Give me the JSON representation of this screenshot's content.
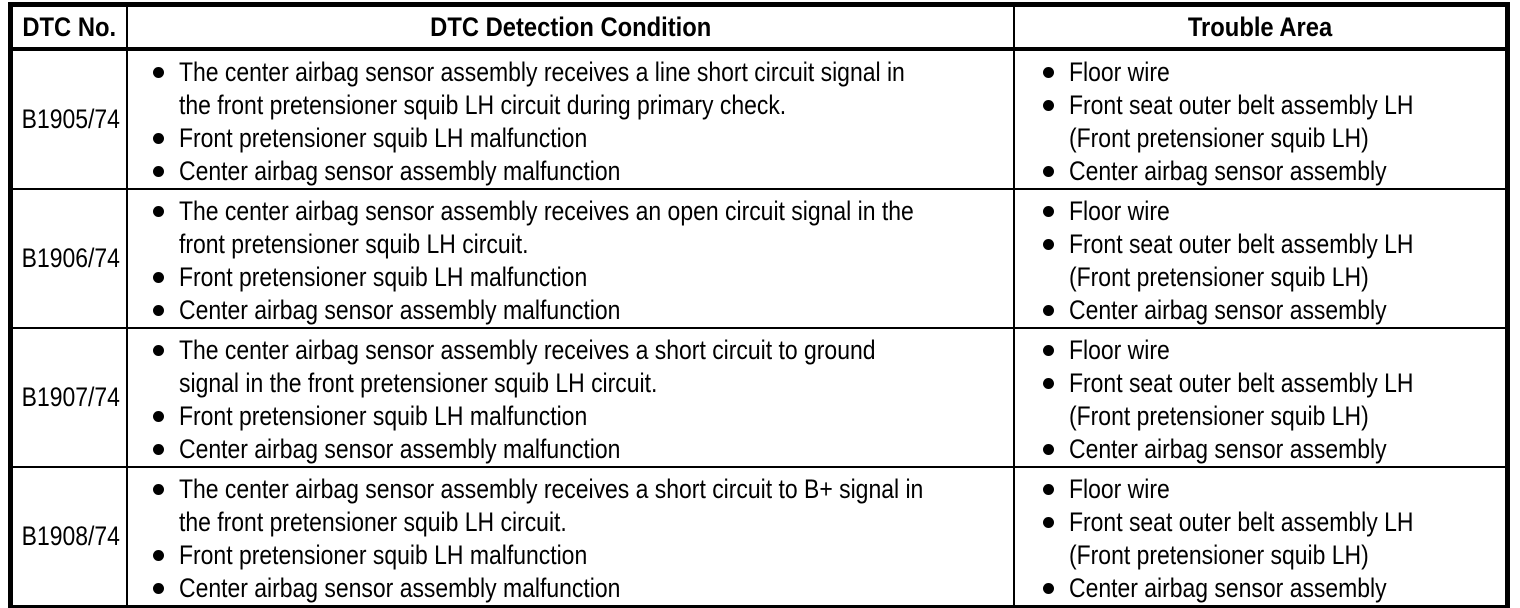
{
  "colors": {
    "background": "#ffffff",
    "border": "#000000",
    "text": "#000000"
  },
  "icons": {
    "bullet": "filled-circle"
  },
  "table": {
    "headers": [
      "DTC No.",
      "DTC Detection Condition",
      "Trouble Area"
    ],
    "rows": [
      {
        "dtc": "B1905/74",
        "conditions": [
          "The center airbag sensor assembly receives a line short circuit signal in\nthe front pretensioner squib LH circuit during primary check.",
          "Front pretensioner squib LH malfunction",
          "Center airbag sensor assembly malfunction"
        ],
        "trouble_areas": [
          "Floor wire",
          "Front seat outer belt assembly LH\n(Front pretensioner squib LH)",
          "Center airbag sensor assembly"
        ]
      },
      {
        "dtc": "B1906/74",
        "conditions": [
          "The center airbag sensor assembly receives an open circuit signal in the\nfront pretensioner squib LH circuit.",
          "Front pretensioner squib LH malfunction",
          "Center airbag sensor assembly malfunction"
        ],
        "trouble_areas": [
          "Floor wire",
          "Front seat outer belt assembly LH\n(Front pretensioner squib LH)",
          "Center airbag sensor assembly"
        ]
      },
      {
        "dtc": "B1907/74",
        "conditions": [
          "The center airbag sensor assembly receives a short circuit to ground\nsignal in the front pretensioner squib LH circuit.",
          "Front pretensioner squib LH malfunction",
          "Center airbag sensor assembly malfunction"
        ],
        "trouble_areas": [
          "Floor wire",
          "Front seat outer belt assembly LH\n(Front pretensioner squib LH)",
          "Center airbag sensor assembly"
        ]
      },
      {
        "dtc": "B1908/74",
        "conditions": [
          "The center airbag sensor assembly receives a short circuit to B+ signal in\nthe front pretensioner squib LH circuit.",
          "Front pretensioner squib LH malfunction",
          "Center airbag sensor assembly malfunction"
        ],
        "trouble_areas": [
          "Floor wire",
          "Front seat outer belt assembly LH\n(Front pretensioner squib LH)",
          "Center airbag sensor assembly"
        ]
      }
    ]
  }
}
